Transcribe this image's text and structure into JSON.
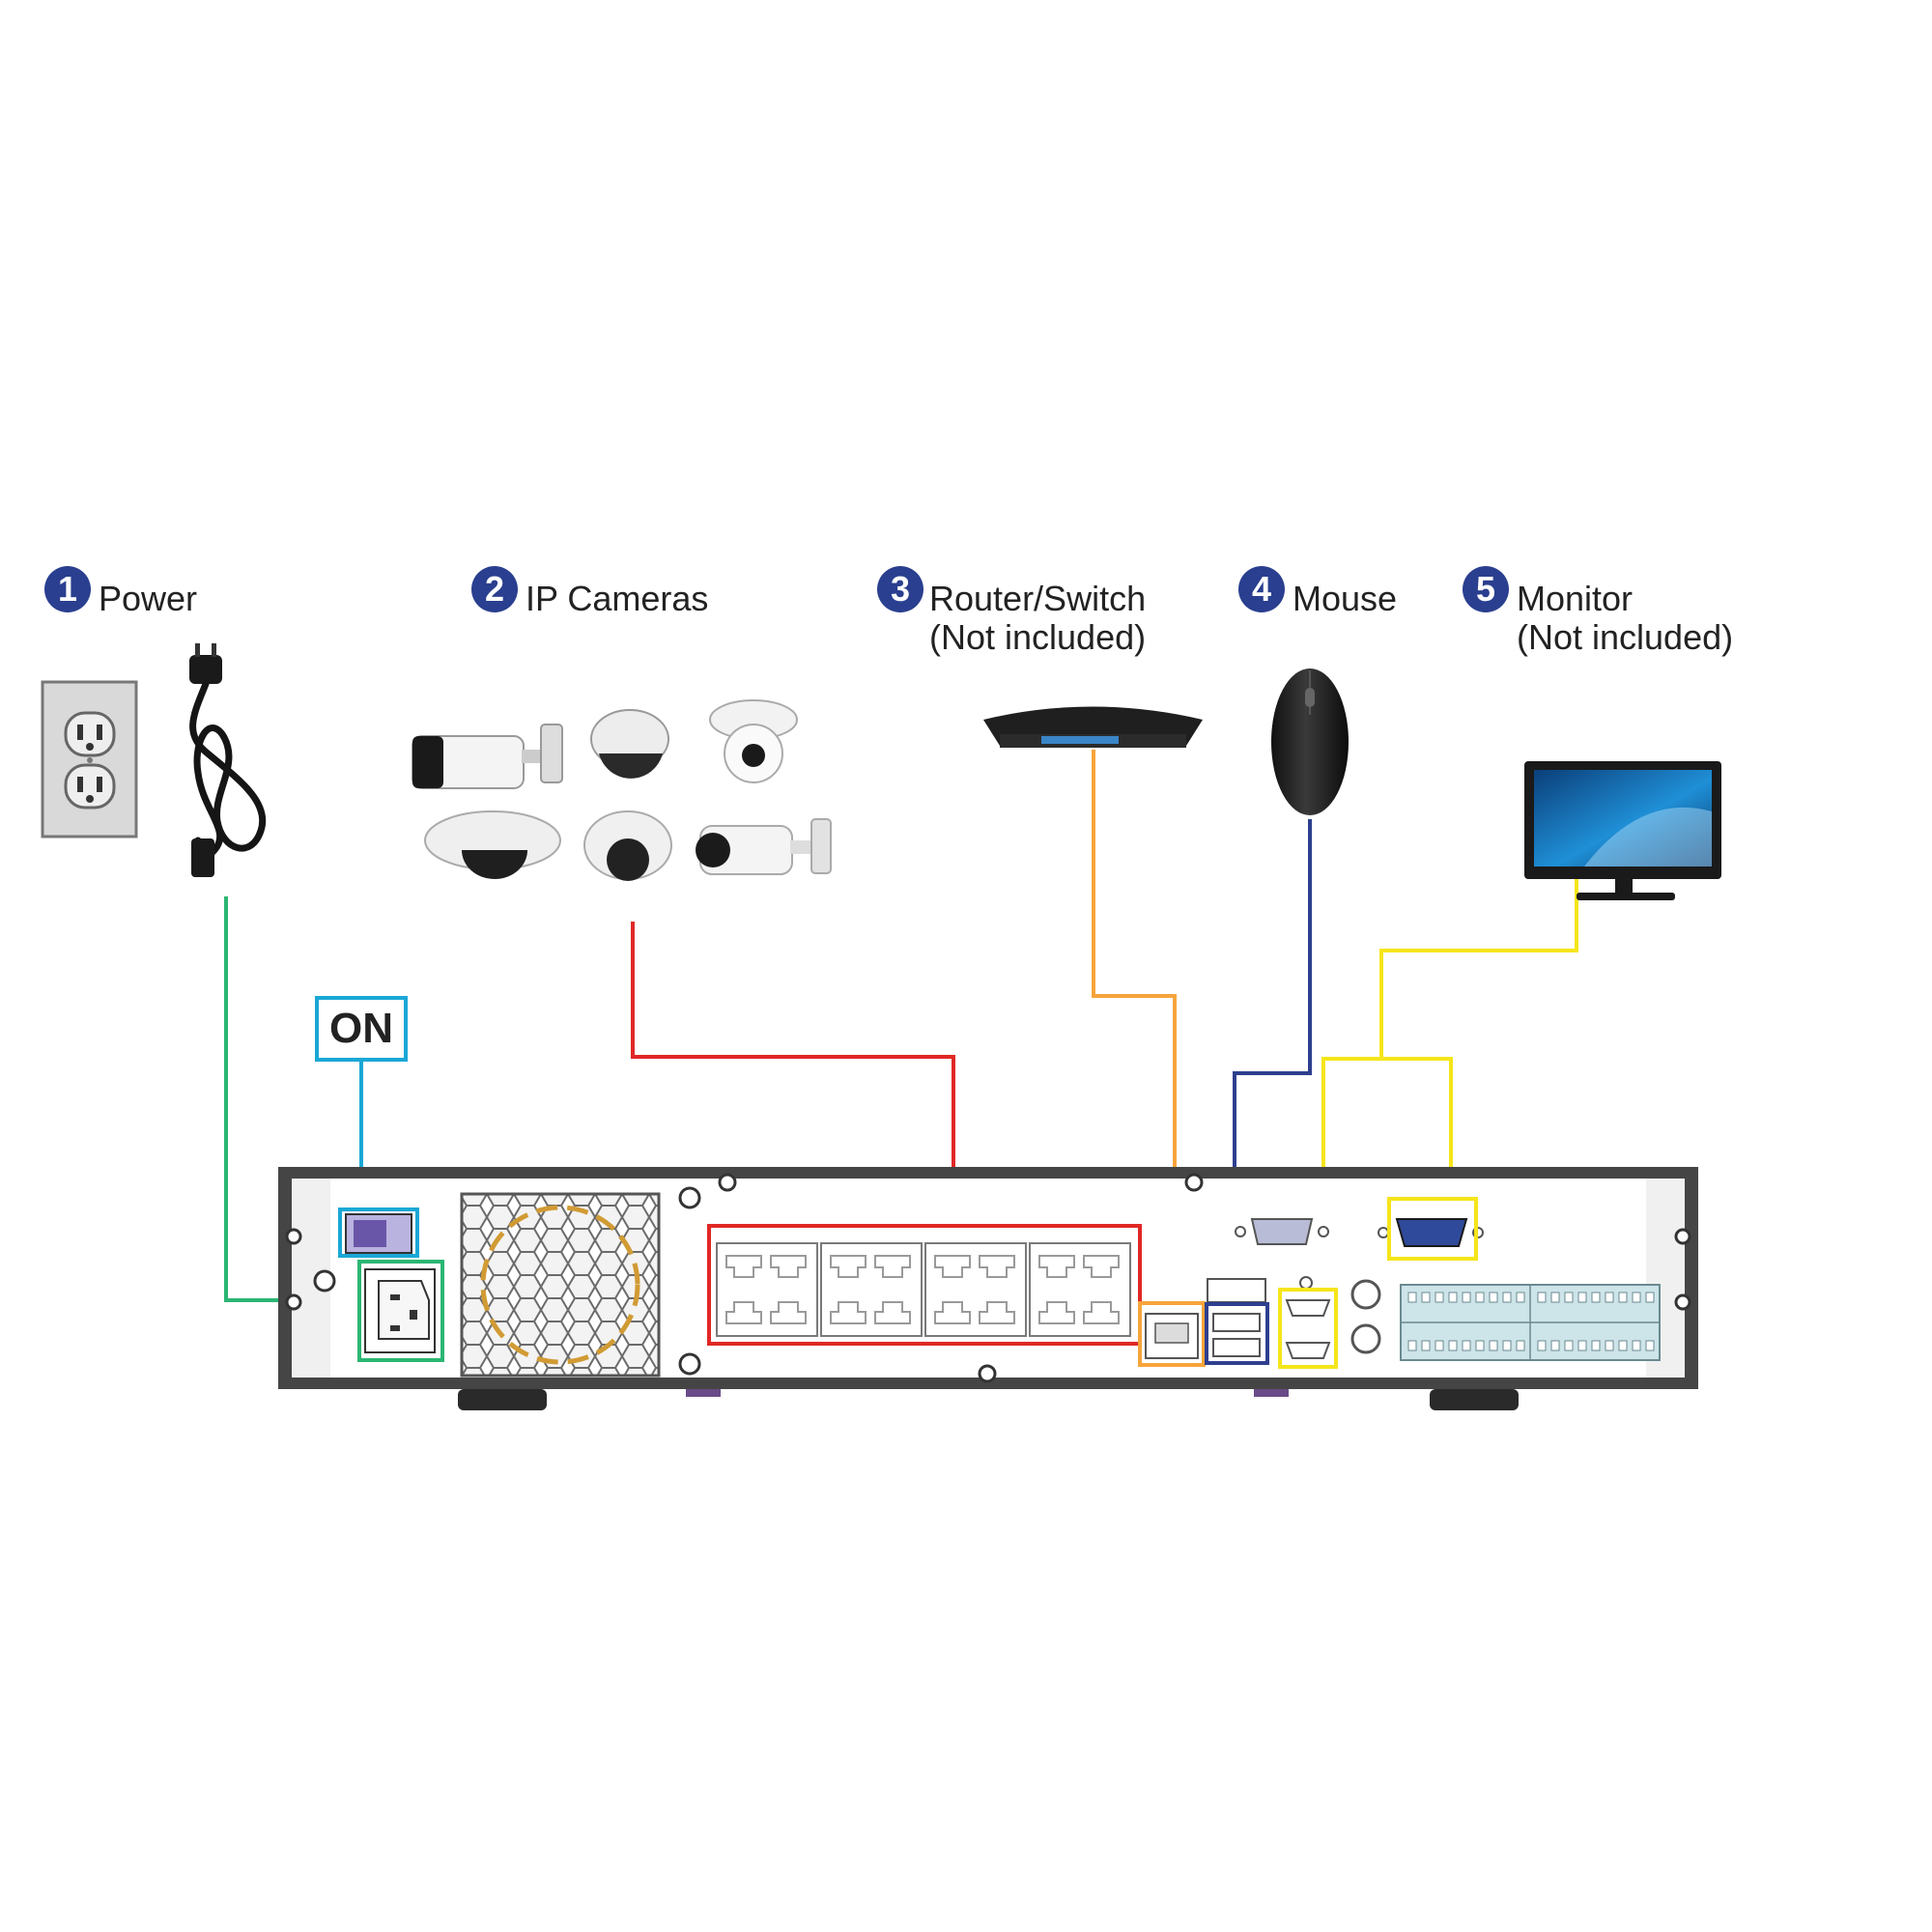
{
  "steps": [
    {
      "num": "1",
      "label": "Power",
      "sub": ""
    },
    {
      "num": "2",
      "label": "IP Cameras",
      "sub": ""
    },
    {
      "num": "3",
      "label": "Router/Switch",
      "sub": "(Not included)"
    },
    {
      "num": "4",
      "label": "Mouse",
      "sub": ""
    },
    {
      "num": "5",
      "label": "Monitor",
      "sub": "(Not included)"
    }
  ],
  "on_label": "ON",
  "colors": {
    "power": "#2bb673",
    "switch": "#1aa7d6",
    "cameras": "#e02826",
    "router": "#f7a43b",
    "mouse": "#2e3f8f",
    "monitor": "#f5e51a",
    "badge": "#2a3f8f"
  },
  "icons": [
    "wall-outlet-icon",
    "power-cord-icon",
    "ip-camera-icon",
    "router-icon",
    "mouse-icon",
    "monitor-icon"
  ]
}
